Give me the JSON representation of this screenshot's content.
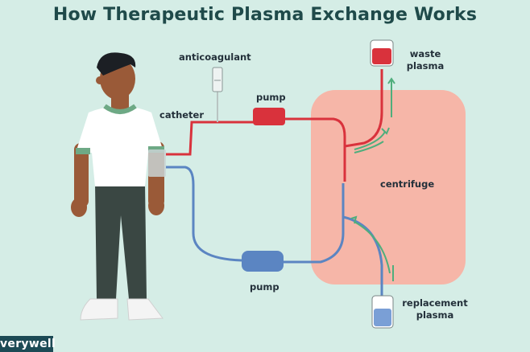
{
  "title": "How Therapeutic Plasma Exchange Works",
  "labels": {
    "anticoagulant": "anticoagulant",
    "catheter": "catheter",
    "pump_top": "pump",
    "pump_bottom": "pump",
    "centrifuge": "centrifuge",
    "waste_plasma_line1": "waste",
    "waste_plasma_line2": "plasma",
    "replacement_plasma_line1": "replacement",
    "replacement_plasma_line2": "plasma"
  },
  "brand": "verywell",
  "colors": {
    "background": "#d5ede6",
    "title": "#1f4a4a",
    "red_line": "#d9323c",
    "blue_line": "#5b85c2",
    "centrifuge": "#f6b6a8",
    "arrow_green": "#4fae7c",
    "shirt": "#ffffff",
    "shirt_trim": "#6ea985",
    "pants": "#3a4743",
    "skin": "#9a5a38",
    "hair": "#1c1f24"
  },
  "icons": {
    "flow_arrows": "arrow-up-icon",
    "anticoagulant_device": "syringe-icon",
    "waste_bag": "blood-bag-icon",
    "replacement_container": "test-tube-icon"
  }
}
